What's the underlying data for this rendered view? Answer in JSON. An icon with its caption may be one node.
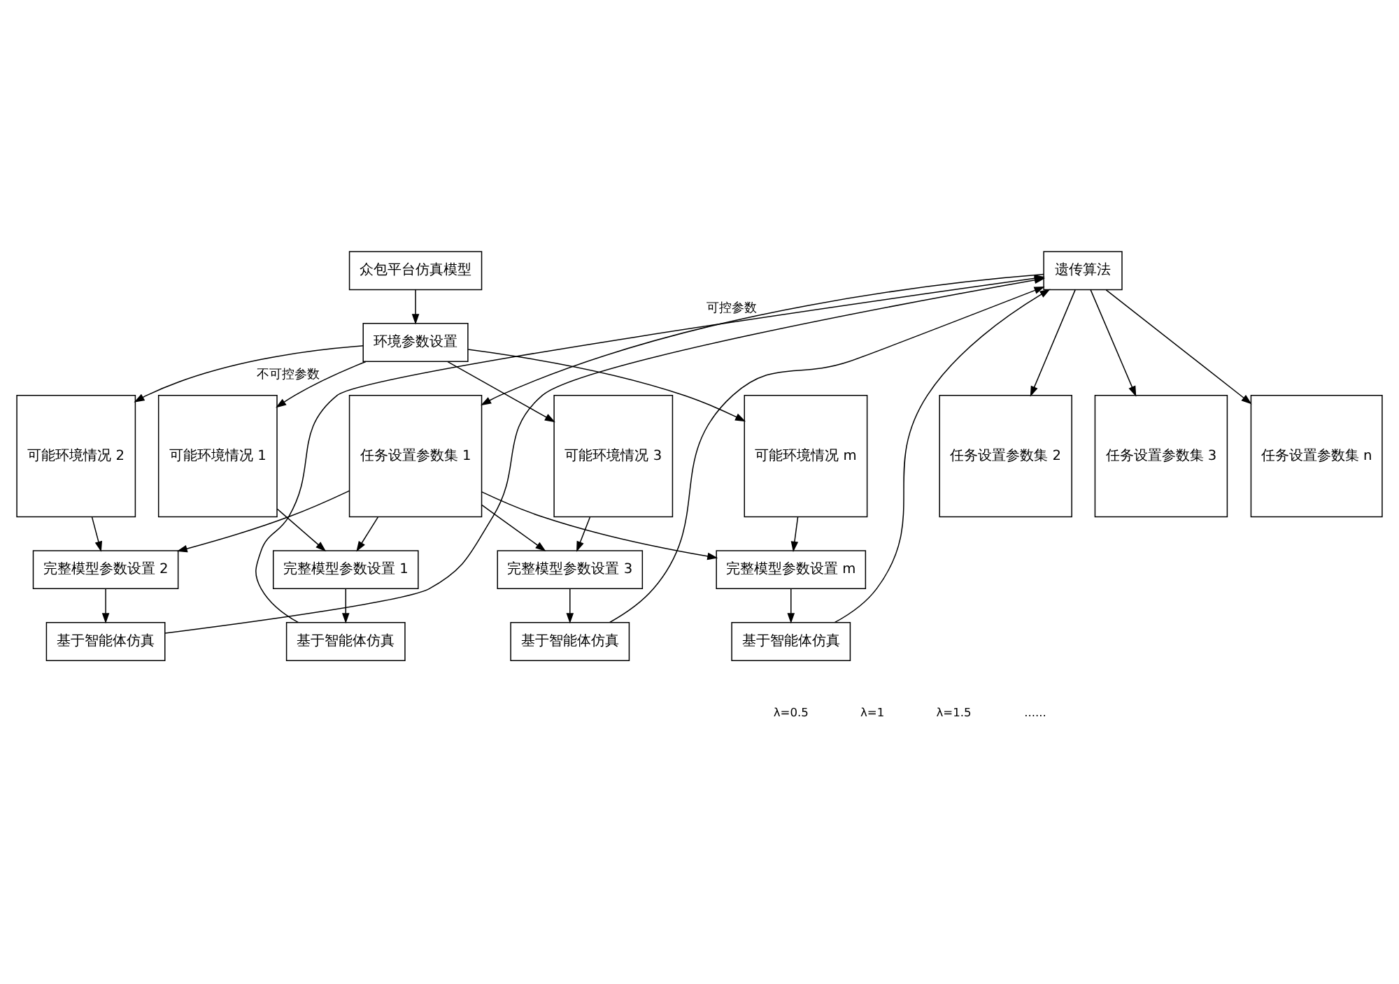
{
  "diagram": {
    "nodes": [
      {
        "text": [
          "众包平台仿真模型"
        ]
      },
      {
        "text": [
          "环境参数设置"
        ]
      },
      {
        "text": [
          "可能环境情况 1"
        ]
      },
      {
        "text": [
          "可能环境情况 2"
        ]
      },
      {
        "text": [
          "可能环境情况 3"
        ]
      },
      {
        "text": [
          "可能环境情况 m"
        ]
      },
      {
        "text": [
          "遗传算法"
        ]
      },
      {
        "text": [
          "任务设置参数集 1"
        ]
      },
      {
        "text": [
          "任务设置参数集 2"
        ]
      },
      {
        "text": [
          "任务设置参数集 3"
        ]
      },
      {
        "text": [
          "任务设置参数集 n"
        ]
      },
      {
        "text": [
          "完整模型参数设置 1"
        ]
      },
      {
        "text": [
          "完整模型参数设置 2"
        ]
      },
      {
        "text": [
          "完整模型参数设置 3"
        ]
      },
      {
        "text": [
          "完整模型参数设置 m"
        ]
      },
      {
        "text": [
          "基于智能体仿真"
        ]
      },
      {
        "text": [
          "基于智能体仿真"
        ]
      },
      {
        "text": [
          "基于智能体仿真"
        ]
      },
      {
        "text": [
          "基于智能体仿真"
        ]
      }
    ],
    "edges": [
      {
        "from": 0,
        "to": 1,
        "arrow": "to"
      },
      {
        "from": 1,
        "to": 2,
        "arrow": "to",
        "label": "不可控参数"
      },
      {
        "from": 1,
        "to": 3,
        "arrow": "to"
      },
      {
        "from": 1,
        "to": 4,
        "arrow": "to"
      },
      {
        "from": 1,
        "to": 5,
        "arrow": "to"
      },
      {
        "from": 6,
        "to": 7,
        "arrow": "to",
        "label": "可控参数"
      },
      {
        "from": 6,
        "to": 8,
        "arrow": "to"
      },
      {
        "from": 6,
        "to": 9,
        "arrow": "to"
      },
      {
        "from": 6,
        "to": 10,
        "arrow": "to"
      },
      {
        "from": 2,
        "to": 11,
        "arrow": "to"
      },
      {
        "from": 3,
        "to": 12,
        "arrow": "to"
      },
      {
        "from": 4,
        "to": 13,
        "arrow": "to"
      },
      {
        "from": 5,
        "to": 14,
        "arrow": "to"
      },
      {
        "from": 7,
        "to": 11,
        "arrow": "to"
      },
      {
        "from": 7,
        "to": 12,
        "arrow": "to"
      },
      {
        "from": 7,
        "to": 13,
        "arrow": "to"
      },
      {
        "from": 7,
        "to": 14,
        "arrow": "to"
      },
      {
        "from": 11,
        "to": 15,
        "arrow": "to"
      },
      {
        "from": 12,
        "to": 16,
        "arrow": "to"
      },
      {
        "from": 13,
        "to": 17,
        "arrow": "to"
      },
      {
        "from": 14,
        "to": 18,
        "arrow": "to"
      },
      {
        "from": 15,
        "to": 6,
        "arrow": "to"
      },
      {
        "from": 16,
        "to": 6,
        "arrow": "to"
      },
      {
        "from": 17,
        "to": 6,
        "arrow": "to"
      },
      {
        "from": 18,
        "to": 6,
        "arrow": "to"
      }
    ],
    "labels": [
      "λ=0.5",
      "λ=1",
      "λ=1.5",
      "......"
    ]
  }
}
